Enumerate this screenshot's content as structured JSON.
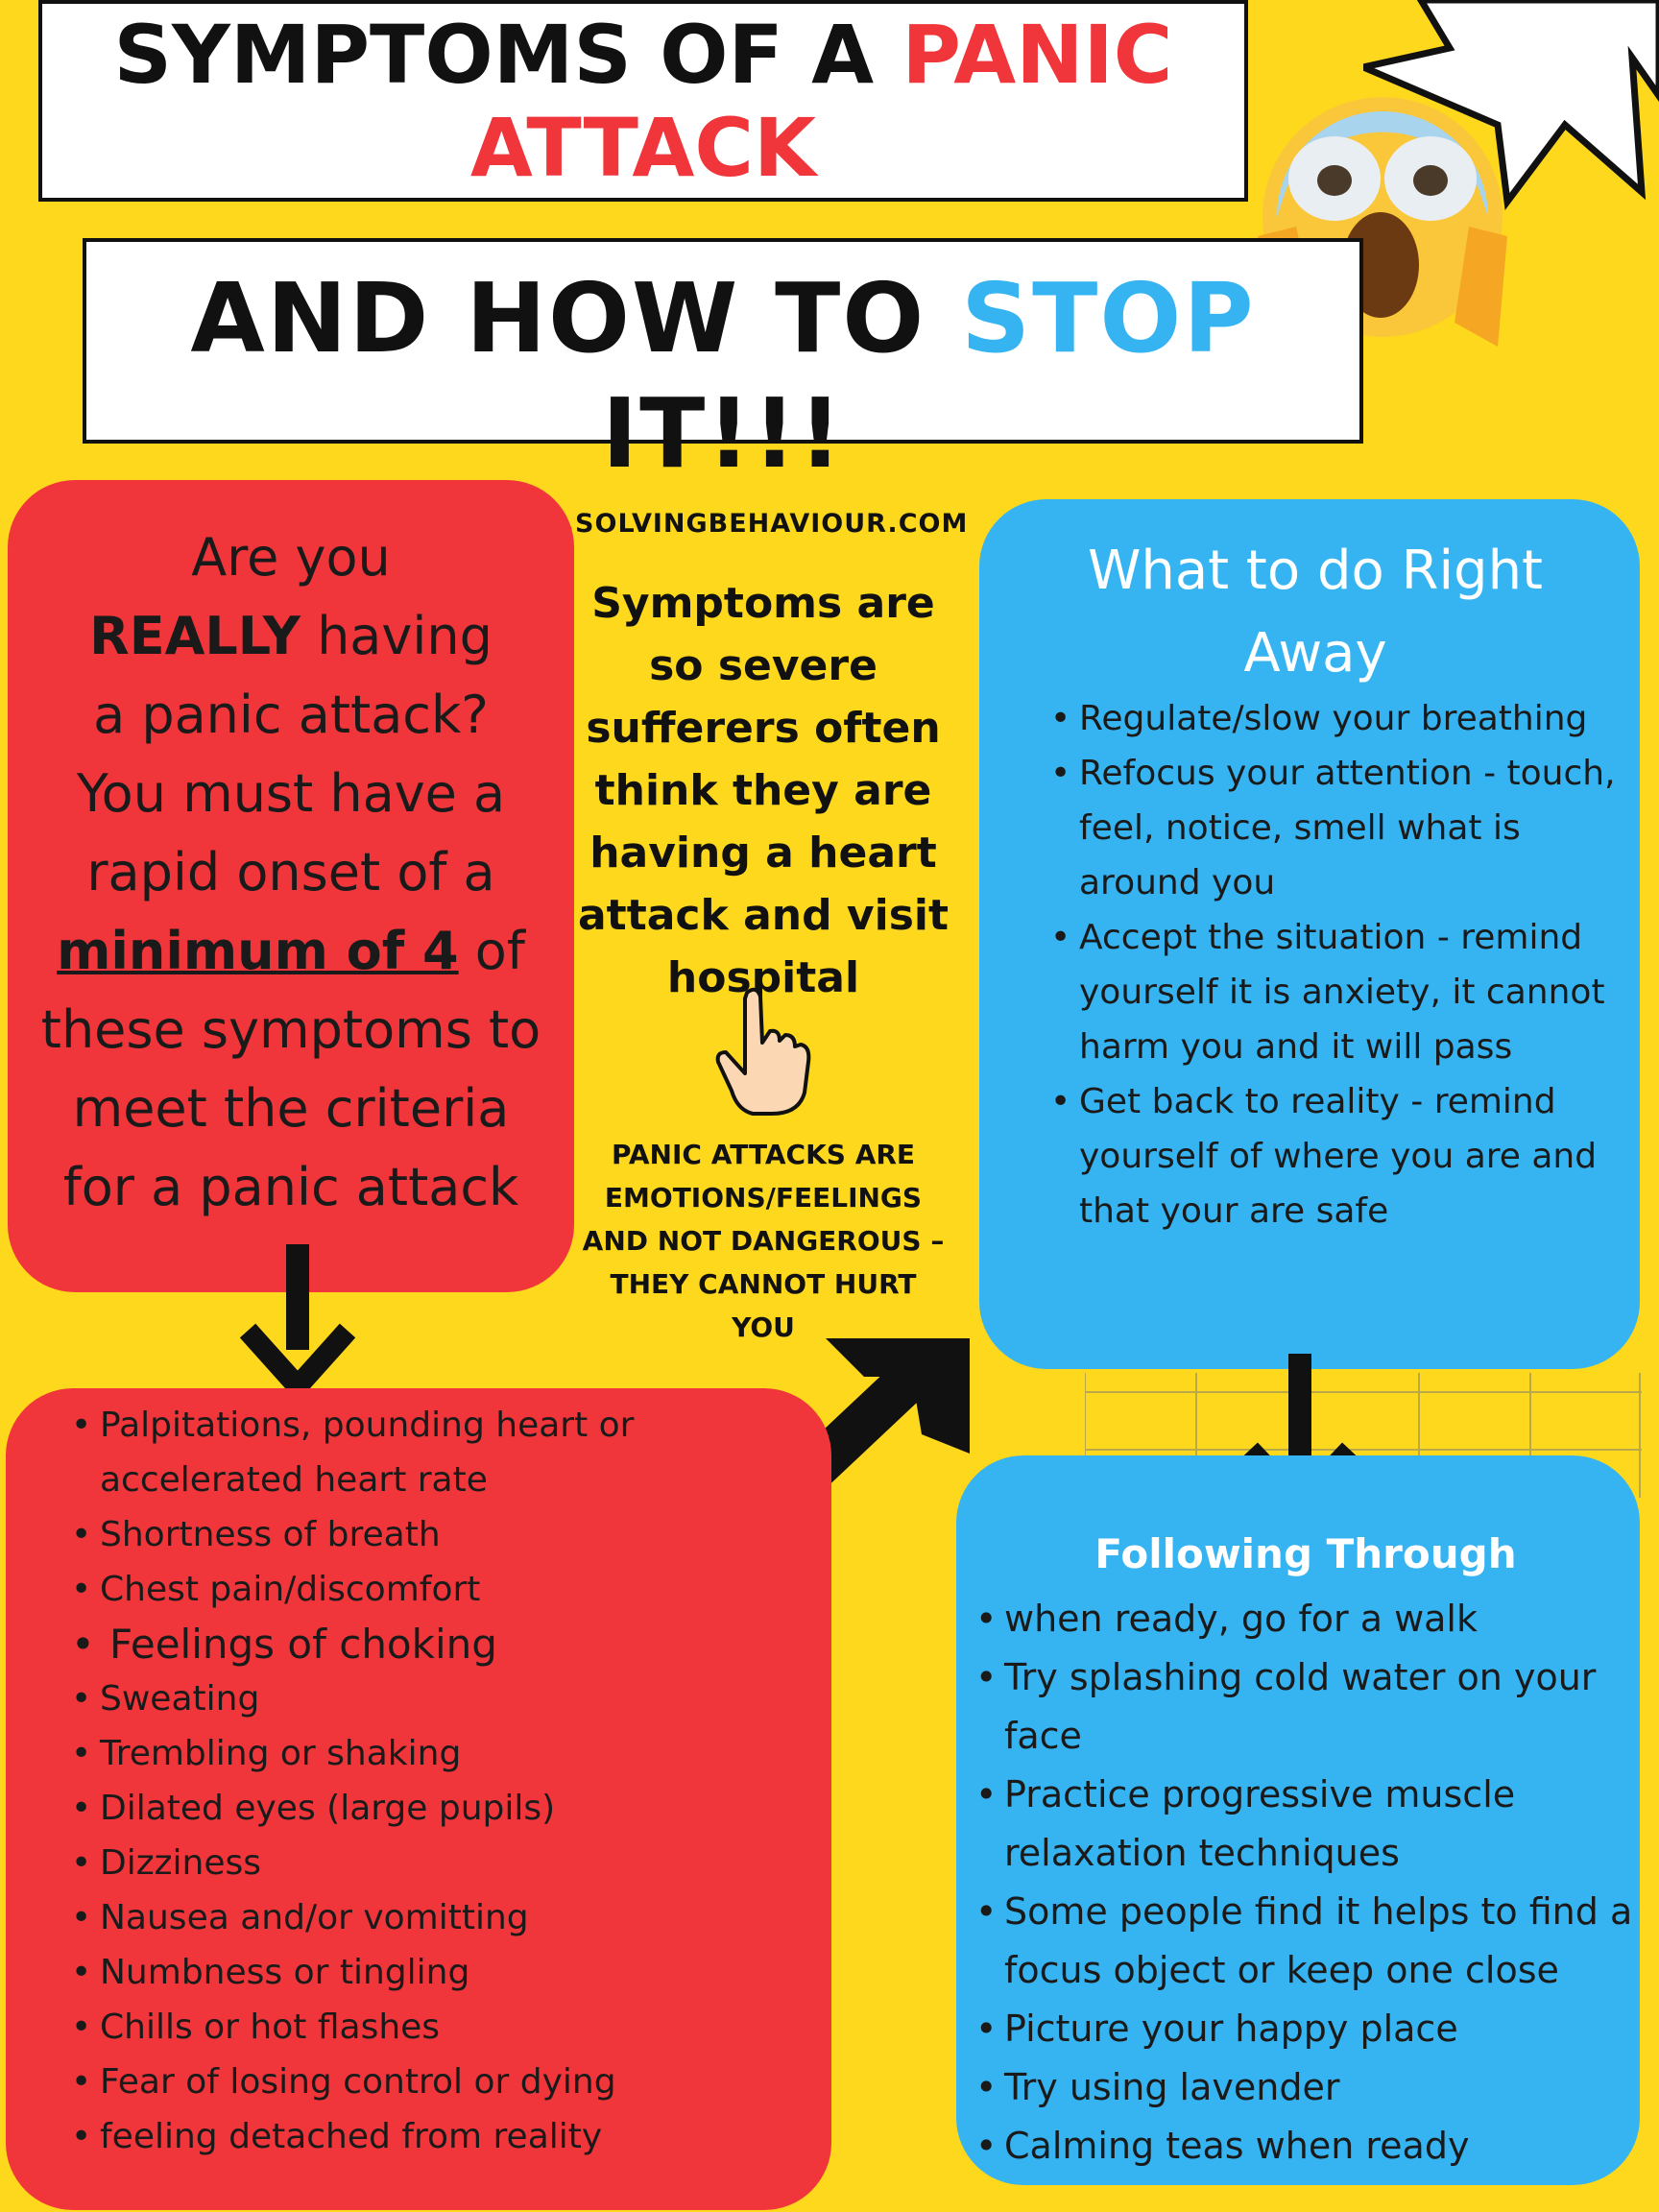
{
  "title": {
    "line1_prefix": "SYMPTOMS  OF A ",
    "line1_accent": "PANIC",
    "line2": "ATTACK"
  },
  "subtitle": {
    "prefix": "AND HOW TO ",
    "accent": "STOP",
    "suffix": " IT!!!",
    "website": "WWW.SOLVINGBEHAVIOUR.COM"
  },
  "criteria": {
    "line1": "Are you",
    "emphasis": "REALLY",
    "line2_rest": " having",
    "line3": "a panic attack?",
    "line4": "You must have a",
    "line5": "rapid onset of a",
    "underline": "minimum of 4",
    "line6_rest": " of",
    "line7": "these symptoms to",
    "line8": "meet the criteria",
    "line9": "for a panic attack"
  },
  "middle": {
    "main": "Symptoms are so severe sufferers often think they are having a heart attack and visit hospital",
    "note": "PANIC ATTACKS ARE EMOTIONS/FEELINGS AND NOT DANGEROUS – THEY CANNOT HURT YOU"
  },
  "symptoms": [
    "Palpitations, pounding heart or accelerated heart rate",
    "Shortness of breath",
    "Chest pain/discomfort",
    "Feelings of choking",
    "Sweating",
    "Trembling or shaking",
    "Dilated eyes (large pupils)",
    "Dizziness",
    "Nausea and/or vomitting",
    "Numbness or tingling",
    "Chills or hot flashes",
    "Fear of losing control or dying",
    "feeling detached from reality"
  ],
  "action": {
    "title": "What to do Right Away",
    "items": [
      "Regulate/slow your breathing",
      "Refocus your attention - touch, feel, notice, smell what is around you",
      "Accept the situation - remind yourself it is anxiety, it cannot harm you and it will pass",
      "Get back to reality - remind yourself of where you are and that your are safe"
    ]
  },
  "follow": {
    "title": "Following Through",
    "items": [
      "when ready, go for a walk",
      "Try splashing cold water on your face",
      "Practice progressive muscle relaxation techniques",
      "Some people find it helps to find a focus object or keep one close",
      "Picture your happy place",
      "Try using lavender",
      "Calming teas when ready"
    ]
  },
  "colors": {
    "background": "#fdd81c",
    "red_panel": "#f0363a",
    "blue_panel": "#36b4f2",
    "accent_red": "#f0363a",
    "accent_blue": "#36b4f2"
  },
  "icons": [
    "scream-emoji-icon",
    "pointing-hand-icon",
    "arrow-down-icon",
    "arrow-up-right-icon",
    "starburst-icon"
  ]
}
